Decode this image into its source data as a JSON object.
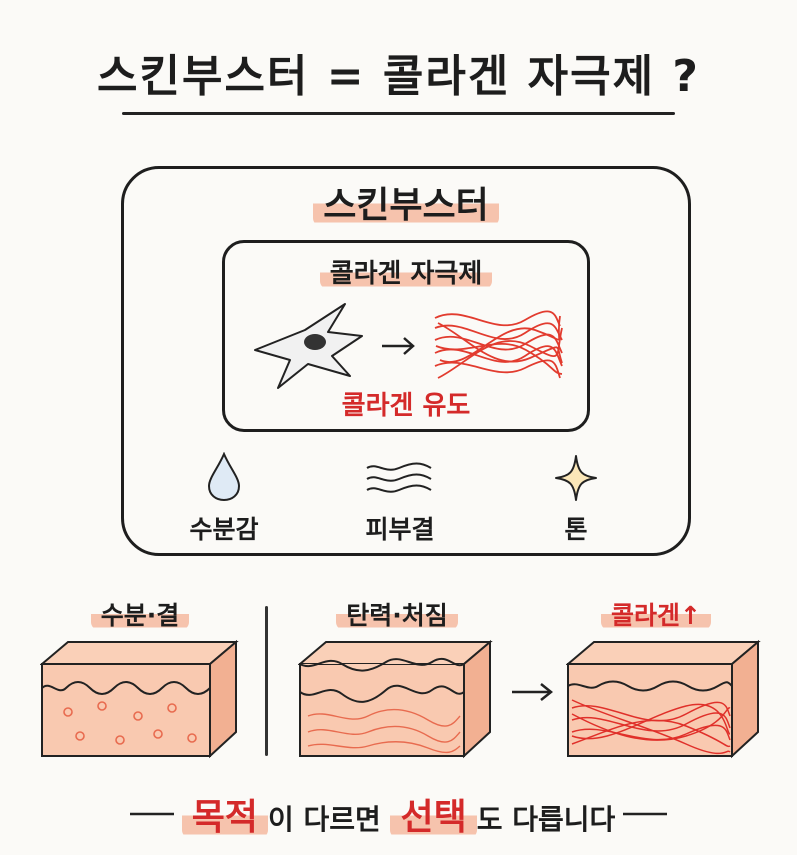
{
  "title": "스킨부스터 = 콜라겐 자극제 ?",
  "outer_label": "스킨부스터",
  "inner_label": "콜라겐 자극제",
  "inner_caption": "콜라겐 유도",
  "features": [
    {
      "label": "수분감",
      "icon": "water-drop-icon"
    },
    {
      "label": "피부결",
      "icon": "wave-lines-icon"
    },
    {
      "label": "톤",
      "icon": "sparkle-icon"
    }
  ],
  "panels": [
    {
      "label": "수분·결"
    },
    {
      "label": "탄력·처짐"
    },
    {
      "label": "콜라겐↑"
    }
  ],
  "footer": {
    "w1": "목적",
    "w2": "이 다르면 ",
    "w3": "선택",
    "w4": "도 다릅니다"
  },
  "colors": {
    "accent_red": "#d42a2a",
    "highlight_pink": "#f6c3ad",
    "skin": "#f7c2a6"
  }
}
